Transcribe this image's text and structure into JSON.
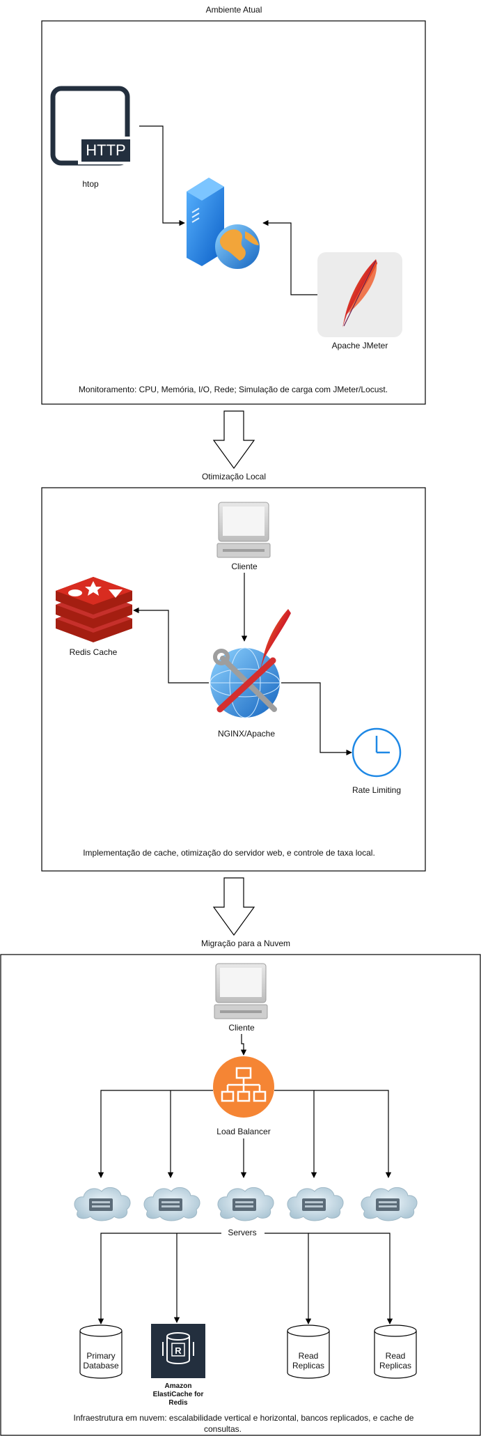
{
  "section1": {
    "title": "Ambiente Atual",
    "http_label": "HTTP",
    "htop_label": "htop",
    "jmeter_label": "Apache JMeter",
    "footer": "Monitoramento: CPU, Memória, I/O, Rede; Simulação de carga com JMeter/Locust."
  },
  "section2": {
    "title": "Otimização Local",
    "client_label": "Cliente",
    "redis_label": "Redis Cache",
    "nginx_label": "NGINX/Apache",
    "rate_label": "Rate Limiting",
    "footer": "Implementação de cache, otimização do servidor web, e controle de taxa local."
  },
  "section3": {
    "title": "Migração para a Nuvem",
    "client_label": "Cliente",
    "lb_label": "Load Balancer",
    "servers_label": "Servers",
    "primary_db": [
      "Primary",
      "Database"
    ],
    "elasticache": [
      "Amazon",
      "ElastiCache for",
      "Redis"
    ],
    "elasticache_glyph": "R",
    "replica1": [
      "Read",
      "Replicas"
    ],
    "replica2": [
      "Read",
      "Replicas"
    ],
    "footer": [
      "Infraestrutura em nuvem: escalabilidade vertical e horizontal, bancos replicados, e cache de",
      "consultas."
    ]
  },
  "colors": {
    "aws_orange": "#f58534",
    "aws_dark": "#232f3e",
    "redis_red": "#c6302b",
    "server_blue": "#1e88e5",
    "clock_blue": "#1e88e5",
    "feather_red": "#d22128"
  }
}
